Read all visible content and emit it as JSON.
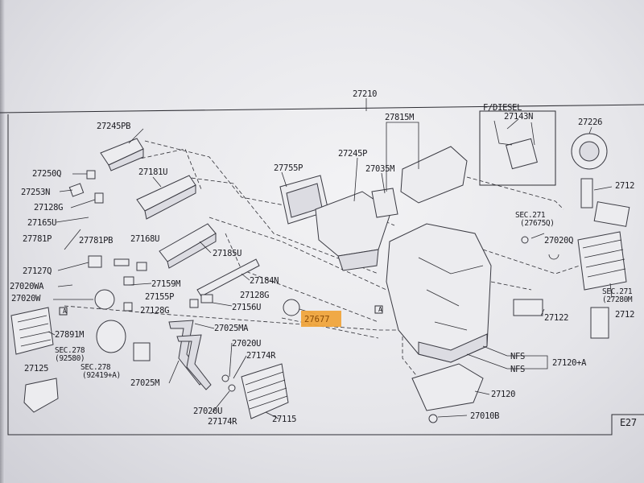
{
  "diagram": {
    "main_label": "27210",
    "callouts": {
      "c27245PB": "27245PB",
      "c27250Q": "27250Q",
      "c27181U": "27181U",
      "c27253N": "27253N",
      "c27128G_a": "27128G",
      "c27165U": "27165U",
      "c27781P": "27781P",
      "c27781PB": "27781PB",
      "c27168U": "27168U",
      "c27185U": "27185U",
      "c27127Q": "27127Q",
      "c27020WA": "27020WA",
      "c27159M": "27159M",
      "c27184N": "27184N",
      "c27020W": "27020W",
      "c27155P": "27155P",
      "c27128G_b": "27128G",
      "c27128G_c": "27128G",
      "c27156U": "27156U",
      "c27891M": "27891M",
      "c27025MA": "27025MA",
      "c27020U_a": "27020U",
      "c27174R_a": "27174R",
      "sec278a": "SEC.278",
      "sec278a_sub": "(92580)",
      "sec278b": "SEC.278",
      "sec278b_sub": "(92419+A)",
      "c27125": "27125",
      "c27025M": "27025M",
      "c27020U_b": "27020U",
      "c27174R_b": "27174R",
      "c27115": "27115",
      "c27755P": "27755P",
      "c27245P": "27245P",
      "c27035M": "27035M",
      "c27815M": "27815M",
      "c27677": "27677",
      "fdiesel": "F/DIESEL",
      "c27143N": "27143N",
      "c27226": "27226",
      "c2712x": "2712",
      "sec271a": "SEC.271",
      "sec271a_sub": "(27675Q)",
      "c27020Q": "27020Q",
      "c27122": "27122",
      "sec271b": "SEC.271",
      "sec271b_sub": "(27280M",
      "c2712y": "2712",
      "nfs1": "NFS",
      "nfs2": "NFS",
      "c27120A": "27120+A",
      "c27120": "27120",
      "c27010B": "27010B",
      "marker": "A",
      "corner": "E27"
    },
    "highlight_color": "#f0a53c"
  }
}
